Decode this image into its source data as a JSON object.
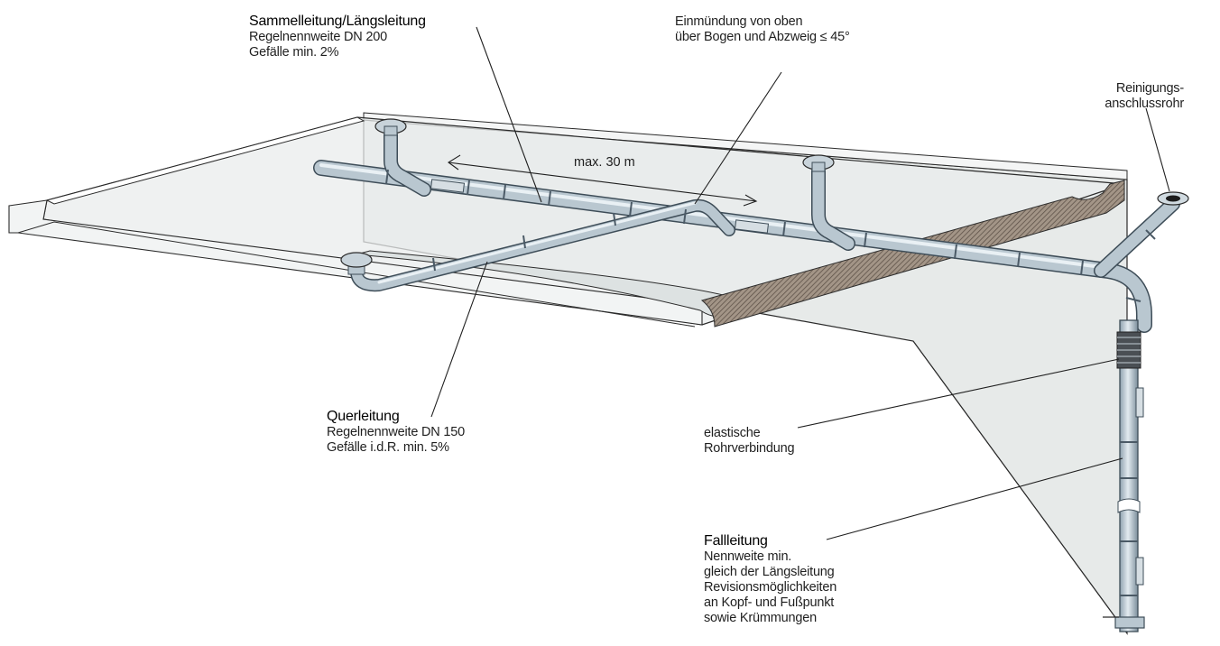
{
  "labels": {
    "sammelleitung": {
      "title": "Sammelleitung/Längsleitung",
      "lines": [
        "Regelnennweite DN 200",
        "Gefälle min. 2%"
      ]
    },
    "einmuendung": {
      "lines": [
        "Einmündung von oben",
        "über Bogen und Abzweig ≤ 45°"
      ]
    },
    "reinigung": {
      "lines": [
        "Reinigungs-",
        "anschlussrohr"
      ]
    },
    "dimension": "max. 30 m",
    "querleitung": {
      "title": "Querleitung",
      "lines": [
        "Regelnennweite DN 150",
        "Gefälle i.d.R. min. 5%"
      ]
    },
    "elastisch": {
      "lines": [
        "elastische",
        "Rohrverbindung"
      ]
    },
    "fallleitung": {
      "title": "Fallleitung",
      "lines": [
        "Nennweite min.",
        "gleich der Längsleitung",
        "Revisionsmöglichkeiten",
        "an Kopf- und Fußpunkt",
        "sowie Krümmungen"
      ]
    }
  },
  "colors": {
    "pipe_fill": "#b9c7d0",
    "pipe_dark": "#6f8291",
    "pipe_light": "#e4ecf1",
    "wall": "#e6e9e8",
    "outline": "#2b2b2b",
    "concrete": "#8a7c70"
  }
}
